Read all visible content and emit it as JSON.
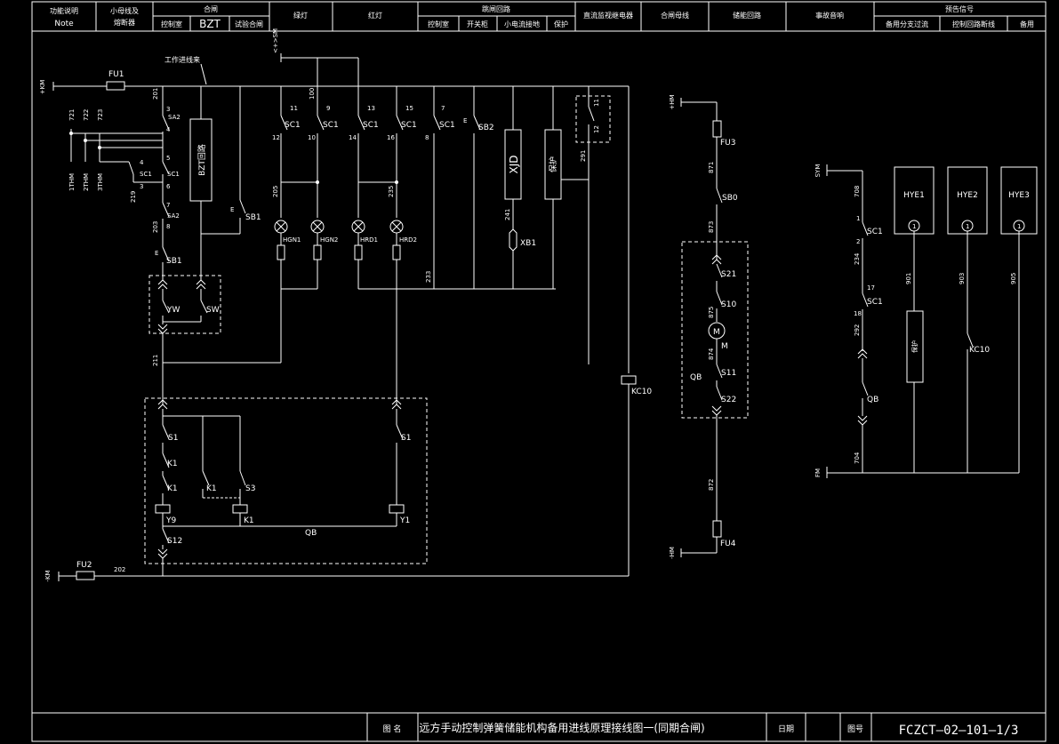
{
  "header": {
    "function_note": "功能说明",
    "note": "Note",
    "small_bus": "小母线及",
    "fuse": "熔断器",
    "close": "合闸",
    "control_room": "控制室",
    "bzt": "BZT",
    "test_close": "试验合闸",
    "green_light": "绿灯",
    "red_light": "红灯",
    "trip_circuit": "跳闸回路",
    "trip_control_room": "控制室",
    "trip_switchgear": "开关柜",
    "trip_small_cap": "小电流接地",
    "trip_protection": "保护",
    "dc_monitor": "直流监视继电器",
    "close_bus": "合闸母线",
    "energy_circuit": "储能回路",
    "accident_sound": "事故音响",
    "preset_signal": "预告信号",
    "standby_ac": "备用分支过流",
    "control_broken": "控制回路断线",
    "spare": "备用"
  },
  "title_block": {
    "drawing_name_label": "图 名",
    "drawing_name": "远方手动控制弹簧储能机构备用进线原理接线图一(同期合闸)",
    "date_label": "日期",
    "drawing_no_label": "图号",
    "drawing_no": "FCZCT—02—101—1/3"
  },
  "labels": {
    "km_pos": "+KM",
    "km_neg": "-KM",
    "fu1": "FU1",
    "fu2": "FU2",
    "fu3": "FU3",
    "fu4": "FU4",
    "work_pull": "工作进线来",
    "sm": "<+>SM",
    "hm_pos": "+HM",
    "hm_neg": "-HM",
    "sym": "SYM",
    "fm": "FM",
    "thm1": "1THM",
    "thm2": "2THM",
    "thm3": "3THM",
    "n721": "721",
    "n722": "722",
    "n723": "723",
    "n201": "201",
    "n202": "202",
    "n203": "203",
    "n205": "205",
    "n211": "211",
    "n219": "219",
    "n233": "233",
    "n235": "235",
    "n241": "241",
    "n291": "291",
    "n100": "100",
    "n871": "871",
    "n872": "872",
    "n873": "873",
    "n874": "874",
    "n875": "875",
    "n708": "708",
    "n704": "704",
    "n234": "234",
    "n292": "292",
    "n901": "901",
    "n903": "903",
    "n905": "905",
    "sa2": "SA2",
    "sc1": "SC1",
    "sb1": "SB1",
    "sb2": "SB2",
    "sb0": "SB0",
    "bzt_box": "BZT回路",
    "xjd": "XJD",
    "protect": "保护",
    "xb1": "XB1",
    "hgn1": "HGN1",
    "hgn2": "HGN2",
    "hrd1": "HRD1",
    "hrd2": "HRD2",
    "yw": "YW",
    "sw": "SW",
    "kc10": "KC10",
    "s1": "S1",
    "k1": "K1",
    "s3": "S3",
    "y9": "Y9",
    "y1": "Y1",
    "s12": "S12",
    "qb": "QB",
    "s21": "S21",
    "s10": "S10",
    "s11": "S11",
    "s22": "S22",
    "m": "M",
    "hye1": "HYE1",
    "hye2": "HYE2",
    "hye3": "HYE3",
    "one": "1",
    "e": "E",
    "c1": "1",
    "c2": "2",
    "c3": "3",
    "c4": "4",
    "c5": "5",
    "c6": "6",
    "c7": "7",
    "c8": "8",
    "c9": "9",
    "c10": "10",
    "c11": "11",
    "c12": "12",
    "c13": "13",
    "c14": "14",
    "c15": "15",
    "c16": "16",
    "c17": "17",
    "c18": "18"
  }
}
